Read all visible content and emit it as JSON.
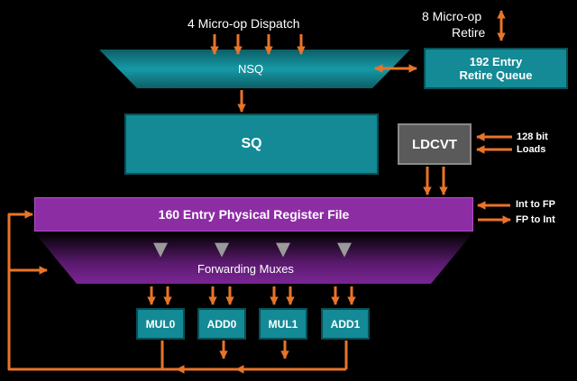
{
  "labels": {
    "dispatch": "4 Micro-op Dispatch",
    "retire_line1": "8 Micro-op",
    "retire_line2": "Retire",
    "nsq": "NSQ",
    "retire_queue_line1": "192 Entry",
    "retire_queue_line2": "Retire Queue",
    "sq": "SQ",
    "ldcvt": "LDCVT",
    "loads_line1": "128 bit",
    "loads_line2": "Loads",
    "prf": "160 Entry Physical Register File",
    "int_to_fp": "Int to FP",
    "fp_to_int": "FP to Int",
    "forwarding": "Forwarding Muxes"
  },
  "units": [
    "MUL0",
    "ADD0",
    "MUL1",
    "ADD1"
  ],
  "colors": {
    "background": "#000000",
    "teal": "#138a96",
    "purple": "#8d2da4",
    "gray": "#5a5a5a",
    "arrow": "#e8742a"
  }
}
